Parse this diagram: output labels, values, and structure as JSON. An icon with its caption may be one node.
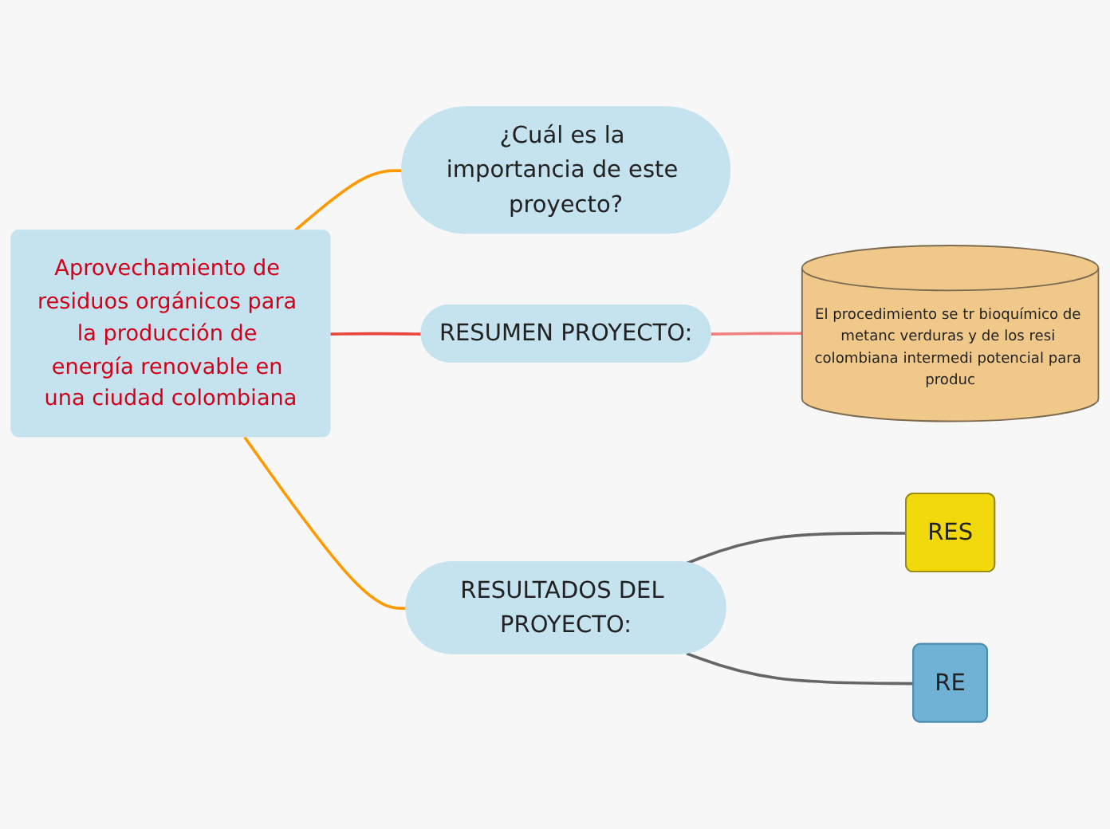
{
  "diagram": {
    "nodes": [
      {
        "text": [
          "Aprovechamiento de residuos orgánicos para la producción de energía renovable en una ciudad colombiana"
        ]
      },
      {
        "text": [
          "¿Cuál es la importancia de este proyecto?"
        ]
      },
      {
        "text": [
          "RESUMEN PROYECTO:"
        ]
      },
      {
        "text": [
          "El procedimiento se tr bioquímico de metanc verduras y de los resi colombiana intermedi potencial para produc"
        ]
      },
      {
        "text": [
          "RESULTADOS DEL PROYECTO:"
        ]
      },
      {
        "text": [
          "RES"
        ]
      },
      {
        "text": [
          "RE"
        ]
      }
    ],
    "edges": [
      {
        "from": 0,
        "to": 1,
        "arrow": "none",
        "color": "#ff9900"
      },
      {
        "from": 0,
        "to": 2,
        "arrow": "none",
        "color": "#e8453c"
      },
      {
        "from": 2,
        "to": 3,
        "arrow": "none",
        "color": "#f08080"
      },
      {
        "from": 0,
        "to": 4,
        "arrow": "none",
        "color": "#ff9900"
      },
      {
        "from": 4,
        "to": 5,
        "arrow": "none",
        "color": "#666666"
      },
      {
        "from": 4,
        "to": 6,
        "arrow": "none",
        "color": "#666666"
      }
    ]
  }
}
